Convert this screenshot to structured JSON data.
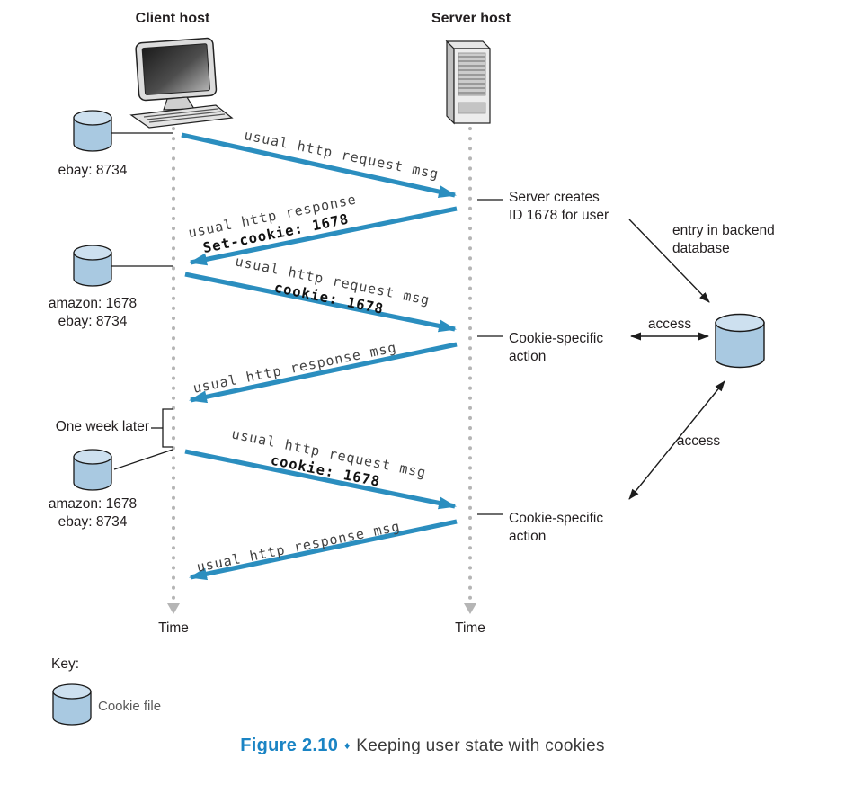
{
  "diagram": {
    "client": {
      "label": "Client host",
      "time": "Time"
    },
    "server": {
      "label": "Server host",
      "time": "Time"
    },
    "one_week_later": "One week later",
    "cookie_files": [
      {
        "line1": "ebay: 8734",
        "line2": ""
      },
      {
        "line1": "amazon: 1678",
        "line2": "ebay: 8734"
      },
      {
        "line1": "amazon: 1678",
        "line2": "ebay: 8734"
      }
    ],
    "messages": [
      {
        "direction": "client-to-server",
        "line1": "usual http request msg",
        "line2": ""
      },
      {
        "direction": "server-to-client",
        "line1": "usual http response",
        "line2": "Set-cookie: 1678"
      },
      {
        "direction": "client-to-server",
        "line1": "usual http request msg",
        "line2": "cookie: 1678"
      },
      {
        "direction": "server-to-client",
        "line1": "usual http response msg",
        "line2": ""
      },
      {
        "direction": "client-to-server",
        "line1": "usual http request msg",
        "line2": "cookie: 1678"
      },
      {
        "direction": "server-to-client",
        "line1": "usual http response msg",
        "line2": ""
      }
    ],
    "annotations": {
      "server_creates": {
        "line1": "Server creates",
        "line2": "ID 1678 for user"
      },
      "entry_backend": {
        "line1": "entry in backend",
        "line2": "database"
      },
      "access_top": "access",
      "access_bottom": "access",
      "cookie_action_1": {
        "line1": "Cookie-specific",
        "line2": "action"
      },
      "cookie_action_2": {
        "line1": "Cookie-specific",
        "line2": "action"
      }
    },
    "key": {
      "title": "Key:",
      "cookie_file": "Cookie file"
    },
    "caption": {
      "figure": "Figure 2.10",
      "separator": "♦",
      "title": "Keeping user state with cookies"
    },
    "colors": {
      "arrow_blue": "#2b8ebf",
      "cylinder_body": "#a9c9e1",
      "cylinder_top": "#cde0ef",
      "caption_blue": "#1a84c4",
      "timeline_gray": "#b5b5b5"
    }
  }
}
